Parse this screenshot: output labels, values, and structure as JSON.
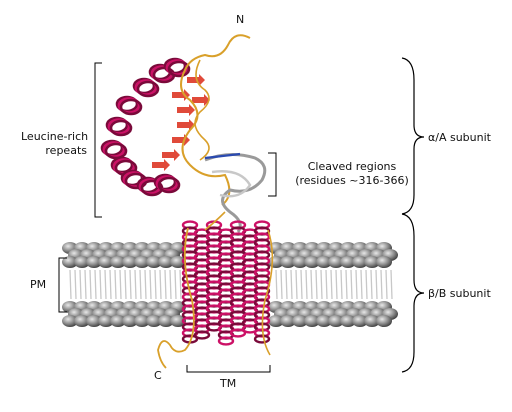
{
  "terminals": {
    "n": "N",
    "c": "C"
  },
  "labels": {
    "leucine_line1": "Leucine-rich",
    "leucine_line2": "repeats",
    "cleaved_line1": "Cleaved regions",
    "cleaved_line2": "(residues ~316-366)",
    "alpha_subunit": "α/A subunit",
    "beta_subunit": "β/B subunit",
    "pm": "PM",
    "tm": "TM"
  },
  "colors": {
    "helix": "#cc1166",
    "helix_dark": "#7a0a3a",
    "strand": "#e04a3a",
    "coil": "#d9a02a",
    "grey_loop": "#9a9a9a",
    "lipid_head": "#7d7d7d",
    "lipid_tail": "#c8c8c8"
  }
}
